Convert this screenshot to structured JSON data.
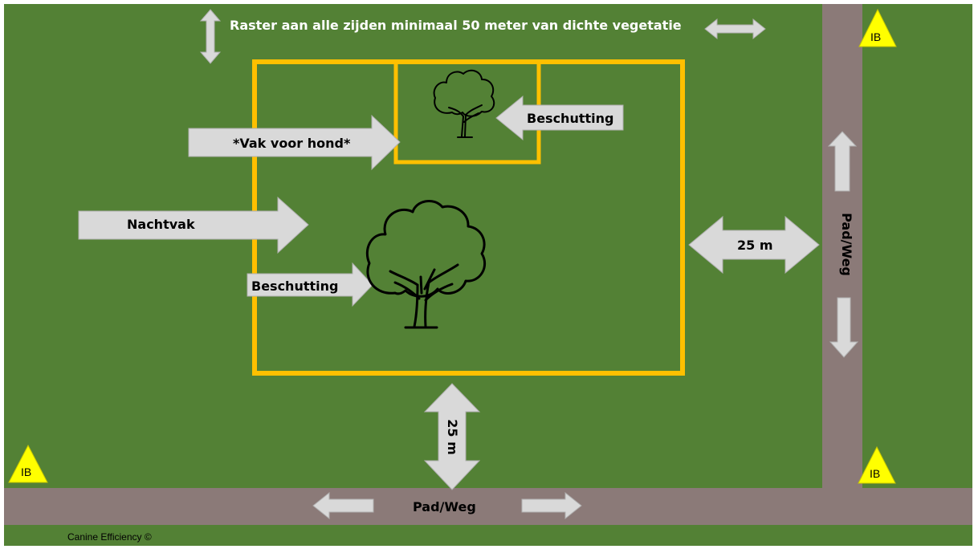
{
  "colors": {
    "grass": "#538135",
    "road": "#8b7a78",
    "fence": "#ffc000",
    "arrow": "#d9d9d9",
    "arrow_stroke": "#b0b0b0",
    "warning": "#ffff00"
  },
  "top_note": "Raster aan alle zijden minimaal 50 meter van dichte vegetatie",
  "labels": {
    "dog_area": "*Vak voor hond*",
    "shelter_small": "Beschutting",
    "night_area": "Nachtvak",
    "shelter_large": "Beschutting",
    "distance_right": "25 m",
    "distance_bottom": "25 m",
    "road_vertical": "Pad/Weg",
    "road_horizontal": "Pad/Weg"
  },
  "markers": [
    "IB",
    "IB",
    "IB",
    "IB"
  ],
  "credit": "Canine Efficiency ©",
  "icons": {
    "tree_small": "tree-icon",
    "tree_large": "tree-icon",
    "marker": "warning-triangle-icon"
  }
}
